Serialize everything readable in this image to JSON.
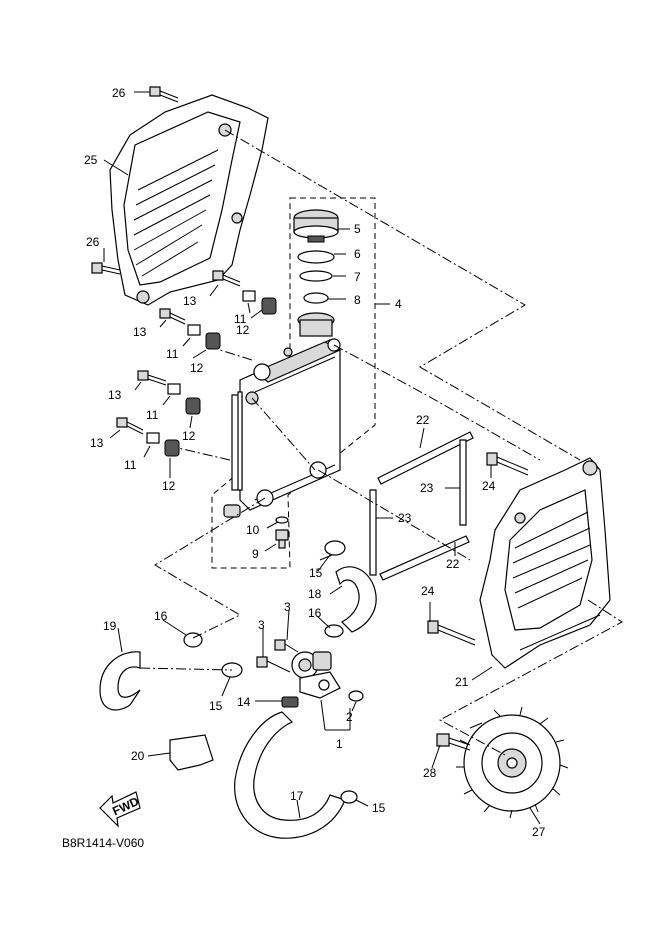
{
  "diagram_code": "B8R1414-V060",
  "fwd_badge": "FWD",
  "callouts": {
    "c1": "1",
    "c2": "2",
    "c3a": "3",
    "c3b": "3",
    "c4": "4",
    "c5": "5",
    "c6": "6",
    "c7": "7",
    "c8": "8",
    "c9": "9",
    "c10": "10",
    "c11a": "11",
    "c11b": "11",
    "c11c": "11",
    "c11d": "11",
    "c12a": "12",
    "c12b": "12",
    "c12c": "12",
    "c12d": "12",
    "c13a": "13",
    "c13b": "13",
    "c13c": "13",
    "c13d": "13",
    "c14": "14",
    "c15a": "15",
    "c15b": "15",
    "c15c": "15",
    "c16a": "16",
    "c16b": "16",
    "c17": "17",
    "c18": "18",
    "c19": "19",
    "c20": "20",
    "c21": "21",
    "c22a": "22",
    "c22b": "22",
    "c23a": "23",
    "c23b": "23",
    "c24a": "24",
    "c24b": "24",
    "c25": "25",
    "c26a": "26",
    "c26b": "26",
    "c27": "27",
    "c28": "28"
  }
}
